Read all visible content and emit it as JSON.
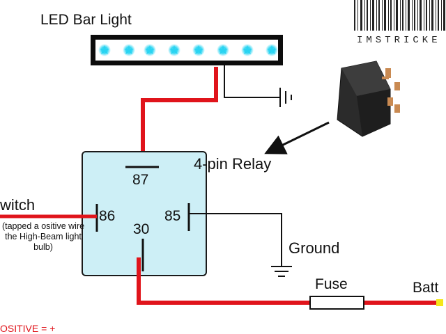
{
  "title": "LED Bar Light",
  "relay_label": "4-pin Relay",
  "pins": {
    "p87": "87",
    "p86": "86",
    "p85": "85",
    "p30": "30"
  },
  "switch_label": "witch",
  "switch_note": "(tapped a ositive wire the High-Beam light bulb)",
  "ground_label": "Ground",
  "fuse_label": "Fuse",
  "battery_label": "Batt",
  "legend_text": "OSITIVE = +",
  "watermark_text": "IMSTRICKE",
  "colors": {
    "positive_wire": "#e0141b",
    "ground_wire": "#111111",
    "relay_fill": "#cdeff6",
    "led_glow": "#29d4f2",
    "relay_photo": "#2b2b2b",
    "terminal": "#c98a52"
  },
  "icons": [
    "led-bar-icon",
    "ground-symbol-icon",
    "relay-photo-icon",
    "arrow-icon",
    "barcode-icon",
    "fuse-icon"
  ]
}
